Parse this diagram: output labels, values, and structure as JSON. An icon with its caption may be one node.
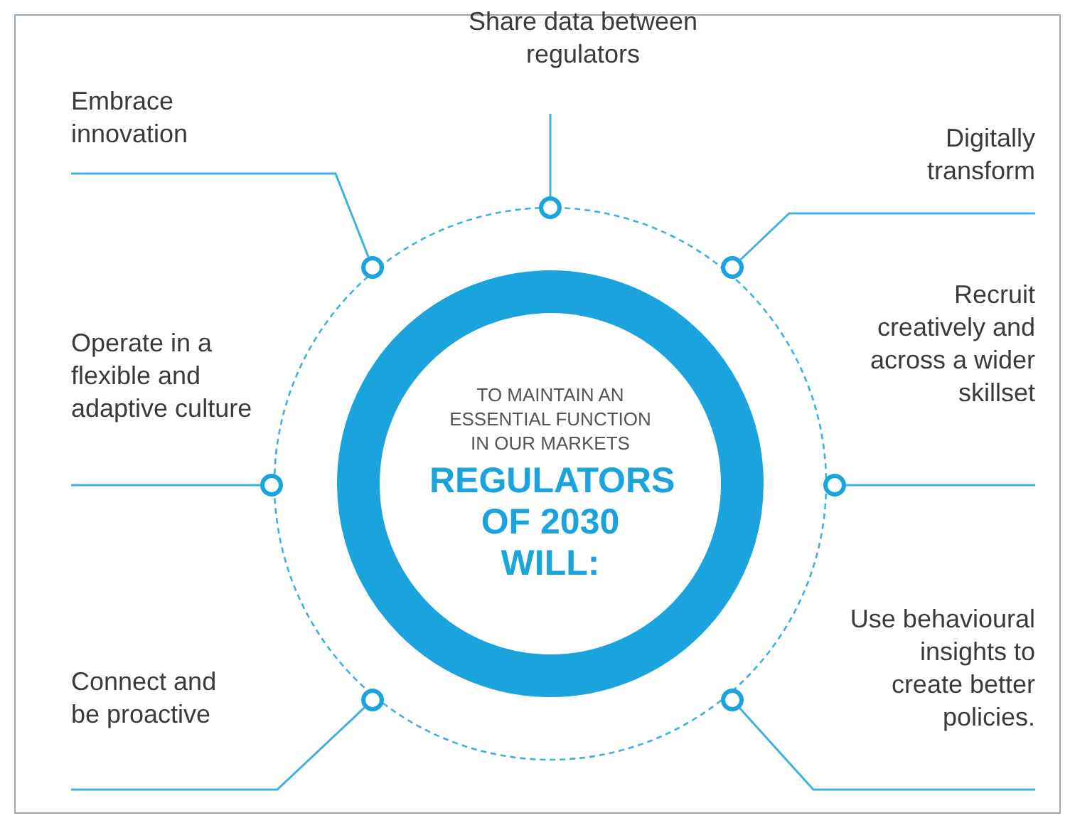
{
  "diagram": {
    "nodes": [
      {
        "text": [
          "TO MAINTAIN AN ESSENTIAL FUNCTION IN OUR MARKETS",
          "REGULATORS OF 2030 WILL:"
        ]
      },
      {
        "text": [
          "Embrace innovation"
        ]
      },
      {
        "text": [
          "Share data between regulators"
        ]
      },
      {
        "text": [
          "Digitally transform"
        ]
      },
      {
        "text": [
          "Operate in a flexible and adaptive culture"
        ]
      },
      {
        "text": [
          "Recruit creatively and across a wider skillset"
        ]
      },
      {
        "text": [
          "Connect and be proactive"
        ]
      },
      {
        "text": [
          "Use behavioural insights to create better policies."
        ]
      },
      {
        "text": [],
        "shape": "circle"
      },
      {
        "text": [],
        "shape": "circle"
      },
      {
        "text": [],
        "shape": "circle"
      },
      {
        "text": [],
        "shape": "circle"
      },
      {
        "text": [],
        "shape": "circle"
      },
      {
        "text": [],
        "shape": "circle"
      },
      {
        "text": [],
        "shape": "circle"
      }
    ],
    "edges": [
      {
        "from": 1,
        "to": 9,
        "arrow": "none"
      },
      {
        "from": 2,
        "to": 8,
        "arrow": "none"
      },
      {
        "from": 3,
        "to": 10,
        "arrow": "none"
      },
      {
        "from": 4,
        "to": 11,
        "arrow": "none"
      },
      {
        "from": 5,
        "to": 12,
        "arrow": "none"
      },
      {
        "from": 6,
        "to": 13,
        "arrow": "none"
      },
      {
        "from": 7,
        "to": 14,
        "arrow": "none"
      }
    ]
  }
}
